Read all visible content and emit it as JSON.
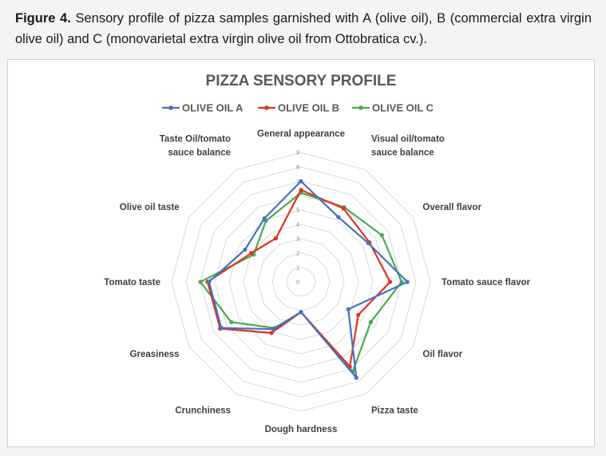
{
  "caption": {
    "figure_label": "Figure 4.",
    "text": " Sensory profile of pizza samples garnished with A (olive oil), B (commercial extra virgin olive oil) and C (monovarietal extra virgin olive oil from Ottobratica cv.)."
  },
  "chart_data": {
    "type": "radar",
    "title": "PIZZA SENSORY PROFILE",
    "axes": [
      "General appearance",
      "Visual oil/tomato sauce balance",
      "Overall flavor",
      "Tomato sauce flavor",
      "Oil flavor",
      "Pizza taste",
      "Dough hardness",
      "Crunchiness",
      "Greasiness",
      "Tomato taste",
      "Olive oil taste",
      "Taste Oil/tomato sauce balance"
    ],
    "range": [
      0,
      9
    ],
    "ticks": [
      0,
      1,
      2,
      3,
      4,
      5,
      6,
      7,
      8,
      9
    ],
    "legend_position": "top",
    "series": [
      {
        "name": "OLIVE OIL A",
        "color": "#4472c4",
        "values": [
          7.0,
          5.2,
          5.4,
          7.4,
          3.8,
          7.7,
          2.1,
          3.8,
          6.4,
          6.4,
          4.5,
          5.1
        ]
      },
      {
        "name": "OLIVE OIL B",
        "color": "#e0321e",
        "values": [
          6.4,
          5.9,
          5.5,
          6.2,
          4.6,
          6.8,
          2.1,
          4.1,
          6.5,
          6.5,
          4.0,
          3.5
        ]
      },
      {
        "name": "OLIVE OIL C",
        "color": "#4aaa4e",
        "values": [
          6.2,
          6.0,
          6.5,
          7.0,
          5.6,
          7.2,
          2.1,
          3.7,
          5.6,
          7.0,
          3.8,
          4.9
        ]
      }
    ]
  }
}
